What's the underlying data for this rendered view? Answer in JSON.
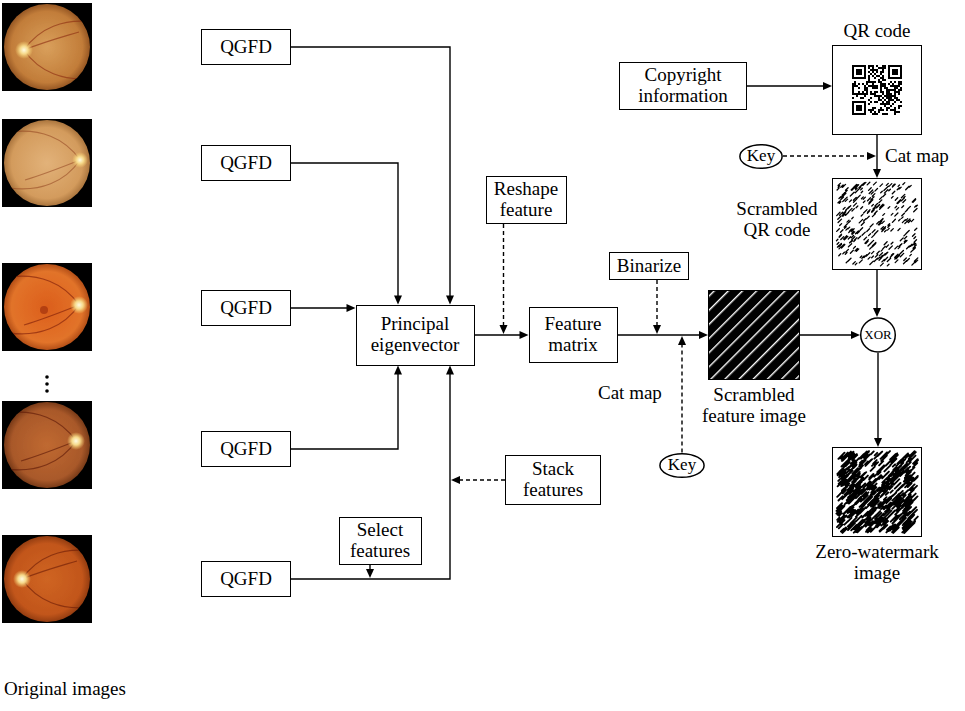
{
  "diagram": {
    "nodes": [
      {
        "text": [
          "QGFD"
        ]
      },
      {
        "text": [
          "QGFD"
        ]
      },
      {
        "text": [
          "QGFD"
        ]
      },
      {
        "text": [
          "QGFD"
        ]
      },
      {
        "text": [
          "QGFD"
        ]
      },
      {
        "text": [
          "Principal eigenvector"
        ]
      },
      {
        "text": [
          "Reshape feature"
        ]
      },
      {
        "text": [
          "Feature matrix"
        ]
      },
      {
        "text": [
          "Binarize"
        ]
      },
      {
        "text": [
          "Select features"
        ]
      },
      {
        "text": [
          "Stack features"
        ]
      },
      {
        "text": [
          "Copyright information"
        ]
      },
      {
        "text": [
          "QR code"
        ]
      },
      {
        "text": [
          "Key"
        ]
      },
      {
        "text": [
          "Scrambled QR code"
        ]
      },
      {
        "text": [
          "Scrambled feature image"
        ]
      },
      {
        "text": [
          "Key"
        ]
      },
      {
        "text": [
          "XOR"
        ]
      },
      {
        "text": [
          "Zero-watermark image"
        ]
      }
    ],
    "edges": [
      {
        "from": 0,
        "to": 5,
        "arrow": "to"
      },
      {
        "from": 1,
        "to": 5,
        "arrow": "to"
      },
      {
        "from": 2,
        "to": 5,
        "arrow": "to"
      },
      {
        "from": 3,
        "to": 5,
        "arrow": "to"
      },
      {
        "from": 4,
        "to": 5,
        "arrow": "to"
      },
      {
        "from": 5,
        "to": 7,
        "arrow": "to"
      },
      {
        "from": 7,
        "to": 15,
        "arrow": "to"
      },
      {
        "from": 11,
        "to": 12,
        "arrow": "to"
      },
      {
        "from": 12,
        "to": 14,
        "arrow": "to"
      },
      {
        "from": 14,
        "to": 17,
        "arrow": "to"
      },
      {
        "from": 15,
        "to": 17,
        "arrow": "to"
      },
      {
        "from": 17,
        "to": 18,
        "arrow": "to"
      }
    ],
    "labels": [
      "Cat map",
      "Cat map",
      "Original images"
    ]
  }
}
